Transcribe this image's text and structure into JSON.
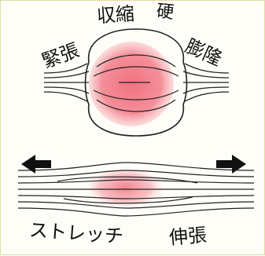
{
  "labels": {
    "shrink": "収縮",
    "hard": "硬",
    "tension": "緊張",
    "bulge": "膨隆",
    "stretch": "ストレッチ",
    "extension": "伸張"
  },
  "icons": {
    "left": "arrow-left-icon",
    "right": "arrow-right-icon"
  },
  "colors": {
    "background": "#fffdf7",
    "border": "#e2d8a6",
    "muscle_fill": "#f06a7a",
    "line": "#222222"
  }
}
